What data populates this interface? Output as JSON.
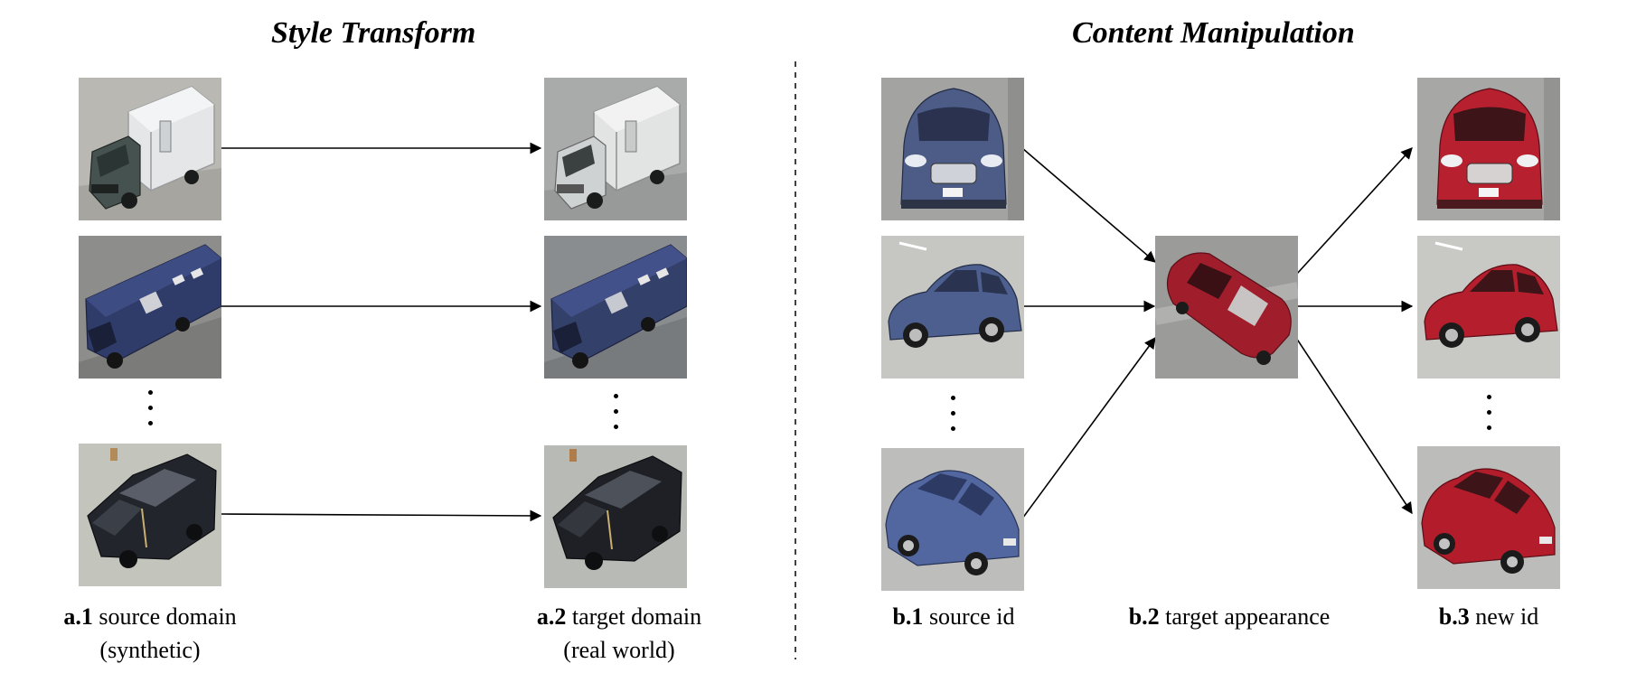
{
  "titles": {
    "left": "Style Transform",
    "right": "Content Manipulation"
  },
  "captions": {
    "a1": {
      "bold": "a.1",
      "text": "source domain",
      "line2": "(synthetic)"
    },
    "a2": {
      "bold": "a.2",
      "text": "target domain",
      "line2": "(real world)"
    },
    "b1": {
      "bold": "b.1",
      "text": "source id"
    },
    "b2": {
      "bold": "b.2",
      "text": "target appearance"
    },
    "b3": {
      "bold": "b.3",
      "text": "new id"
    }
  },
  "images": {
    "a1_1": {
      "vehicle": "box-truck",
      "body_color": "#e4e6e8",
      "cab_color": "#46524f",
      "bg": "#b9b8b3"
    },
    "a1_2": {
      "vehicle": "camper-van",
      "body_color": "#2f3c6a",
      "cab_color": "#2f3c6a",
      "bg": "#8d8d8c"
    },
    "a1_3": {
      "vehicle": "hatchback",
      "body_color": "#23252c",
      "cab_color": "#23252c",
      "bg": "#c3c5bd"
    },
    "a2_1": {
      "vehicle": "box-truck",
      "body_color": "#e2e3e3",
      "cab_color": "#cfd2d2",
      "bg": "#a9aaaa"
    },
    "a2_2": {
      "vehicle": "camper-van",
      "body_color": "#33406a",
      "cab_color": "#33406a",
      "bg": "#8a8d90"
    },
    "a2_3": {
      "vehicle": "hatchback",
      "body_color": "#1e2025",
      "cab_color": "#1e2025",
      "bg": "#b8bab5"
    },
    "b1_1": {
      "vehicle": "sedan-front",
      "body_color": "#4c5c86",
      "bg": "#a3a3a1"
    },
    "b1_2": {
      "vehicle": "sedan-side",
      "body_color": "#4d5f8e",
      "bg": "#c6c6c2"
    },
    "b1_3": {
      "vehicle": "sedan-side",
      "body_color": "#5267a0",
      "bg": "#bdbdbb"
    },
    "b2": {
      "vehicle": "sedan-top",
      "body_color": "#a01d2b",
      "bg": "#9b9b99"
    },
    "b3_1": {
      "vehicle": "sedan-front",
      "body_color": "#b7202e",
      "bg": "#a7a7a5"
    },
    "b3_2": {
      "vehicle": "sedan-side",
      "body_color": "#b51e2c",
      "bg": "#c8c8c4"
    },
    "b3_3": {
      "vehicle": "sedan-side",
      "body_color": "#b31d2b",
      "bg": "#bcbcba"
    }
  },
  "colors": {
    "arrow": "#000000",
    "divider": "#000000"
  }
}
